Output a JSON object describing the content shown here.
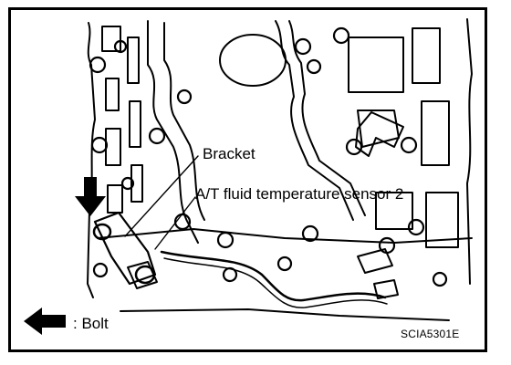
{
  "labels": {
    "bracket": "Bracket",
    "sensor": "A/T fluid temperature sensor 2",
    "bolt_legend": ": Bolt",
    "figure_code": "SCIA5301E"
  },
  "icons": {
    "bolt_pointer": "down-arrow-icon",
    "legend_arrow": "left-arrow-icon"
  },
  "colors": {
    "ink": "#000000",
    "background": "#ffffff"
  }
}
